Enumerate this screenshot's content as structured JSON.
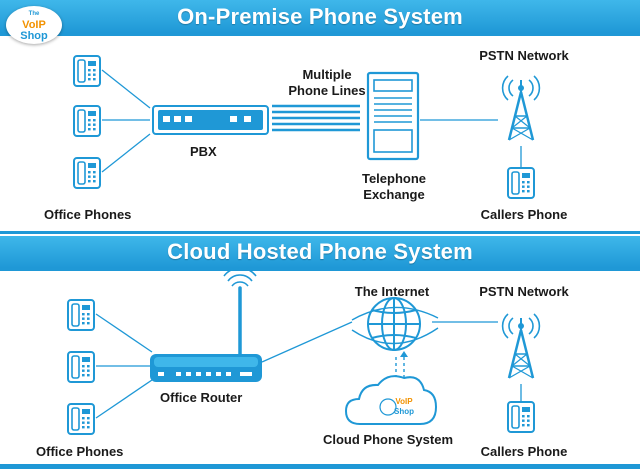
{
  "sections": {
    "top_title": "On-Premise Phone System",
    "bottom_title": "Cloud Hosted Phone System"
  },
  "logo": {
    "line1": "The",
    "line2": "VoIP",
    "line3": "Shop"
  },
  "top": {
    "office_phones": "Office Phones",
    "pbx": "PBX",
    "multiple_lines_1": "Multiple",
    "multiple_lines_2": "Phone Lines",
    "telephone_exchange_1": "Telephone",
    "telephone_exchange_2": "Exchange",
    "pstn_network": "PSTN Network",
    "callers_phone": "Callers Phone"
  },
  "bottom": {
    "office_phones": "Office Phones",
    "office_router": "Office Router",
    "the_internet": "The Internet",
    "cloud_phone_system": "Cloud Phone System",
    "pstn_network": "PSTN Network",
    "callers_phone": "Callers Phone"
  },
  "colors": {
    "accent": "#1f98d6",
    "banner": "#3fb7ea",
    "text": "#1a1a1a",
    "logo_orange": "#f29200"
  }
}
